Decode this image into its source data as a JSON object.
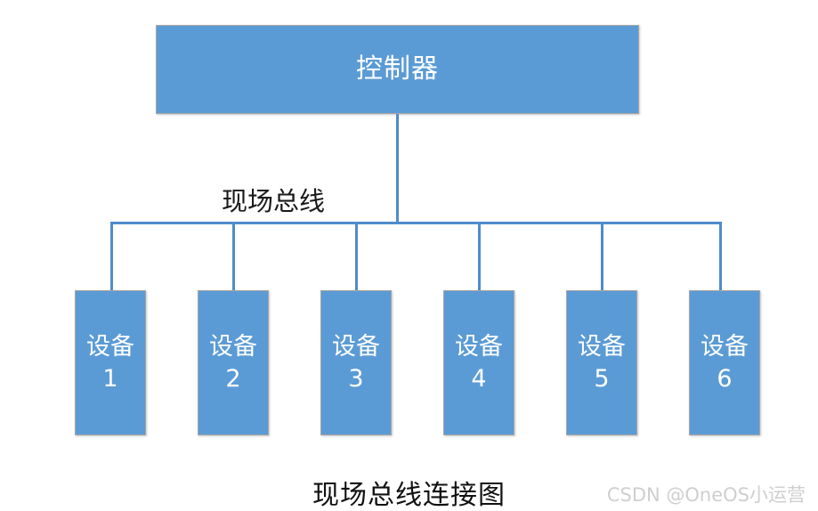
{
  "diagram": {
    "caption": "现场总线连接图",
    "controller": {
      "label": "控制器"
    },
    "bus": {
      "label": "现场总线"
    },
    "devices": [
      {
        "name": "设备",
        "number": "1"
      },
      {
        "name": "设备",
        "number": "2"
      },
      {
        "name": "设备",
        "number": "3"
      },
      {
        "name": "设备",
        "number": "4"
      },
      {
        "name": "设备",
        "number": "5"
      },
      {
        "name": "设备",
        "number": "6"
      }
    ],
    "colors": {
      "box_fill": "#5b9bd5",
      "box_border": "#a6a6a6",
      "line": "#4e8ccb",
      "box_text": "#ffffff",
      "label_text": "#1a1a1a",
      "background": "#ffffff",
      "watermark_text": "#cfcfcf"
    }
  },
  "watermark": {
    "text": "CSDN @OneOS小运营"
  }
}
